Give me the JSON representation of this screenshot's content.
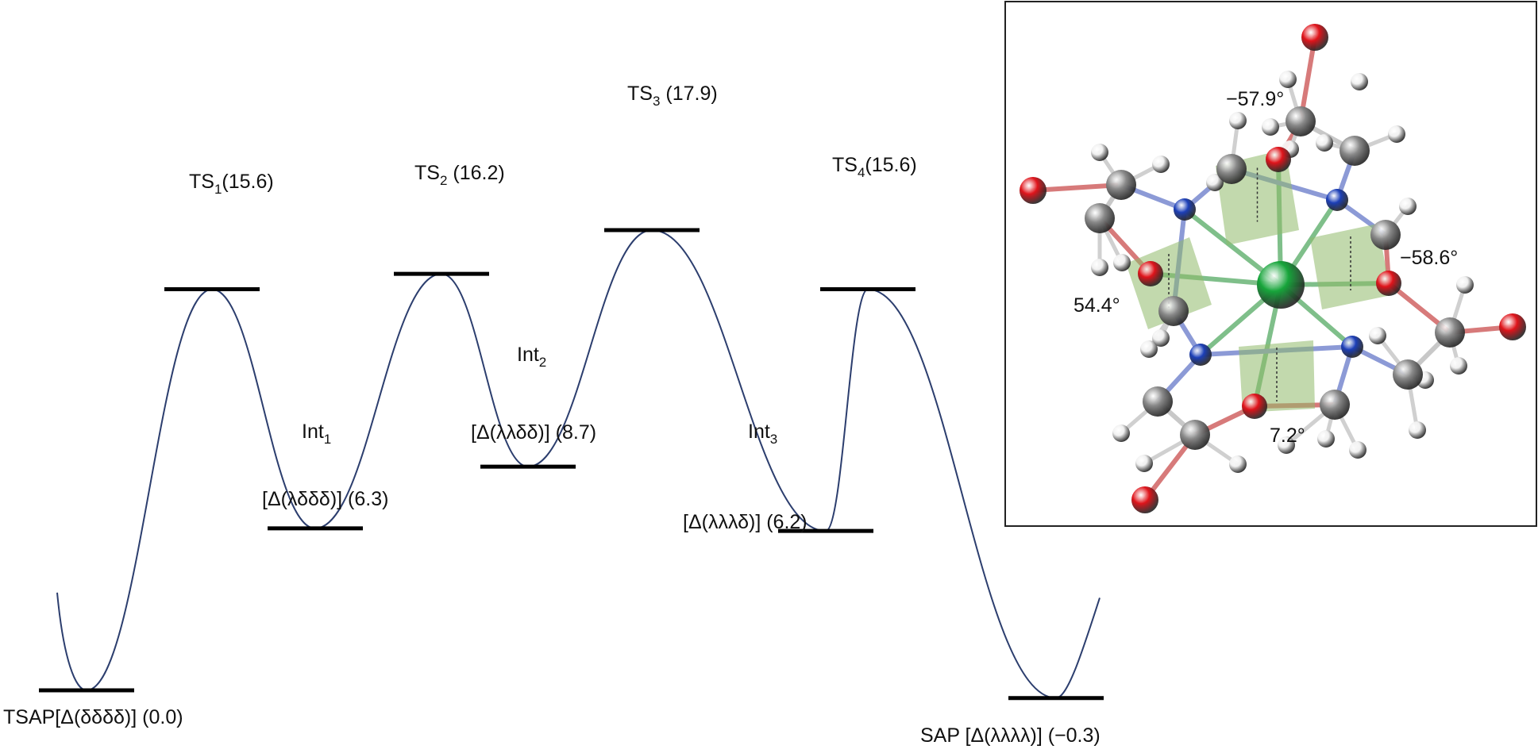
{
  "colors": {
    "curve": "#2c3e6e",
    "level": "#000000",
    "oxygen": "#e0141b",
    "carbon": "#8a8a8a",
    "nitrogen": "#1c3fb8",
    "hydrogen": "#f0f0f0",
    "metal": "#17a53b",
    "plane": "#8fba6a"
  },
  "levels": [
    {
      "id": "tsap",
      "energy": 0.0,
      "top": "TSAP[Δ(δδδδ)] (0.0)"
    },
    {
      "id": "ts1",
      "energy": 15.6,
      "top_main": "TS",
      "top_sub": "1",
      "top_tail": "(15.6)"
    },
    {
      "id": "int1",
      "energy": 6.3,
      "name_main": "Int",
      "name_sub": "1",
      "bottom": "[Δ(λδδδ)] (6.3)"
    },
    {
      "id": "ts2",
      "energy": 16.2,
      "top_main": "TS",
      "top_sub": "2",
      "top_tail": " (16.2)"
    },
    {
      "id": "int2",
      "energy": 8.7,
      "name_main": "Int",
      "name_sub": "2",
      "bottom": "[Δ(λλδδ)] (8.7)"
    },
    {
      "id": "ts3",
      "energy": 17.9,
      "top_main": "TS",
      "top_sub": "3",
      "top_tail": " (17.9)"
    },
    {
      "id": "int3",
      "energy": 6.2,
      "name_main": "Int",
      "name_sub": "3",
      "bottom": "[Δ(λλλδ)] (6.2)"
    },
    {
      "id": "ts4",
      "energy": 15.6,
      "top_main": "TS",
      "top_sub": "4",
      "top_tail": "(15.6)"
    },
    {
      "id": "sap",
      "energy": -0.3,
      "top": "SAP [Δ(λλλλ)] (−0.3)"
    }
  ],
  "angles": {
    "a1": "−57.9°",
    "a2": "−58.6°",
    "a3": "54.4°",
    "a4": "7.2°"
  }
}
